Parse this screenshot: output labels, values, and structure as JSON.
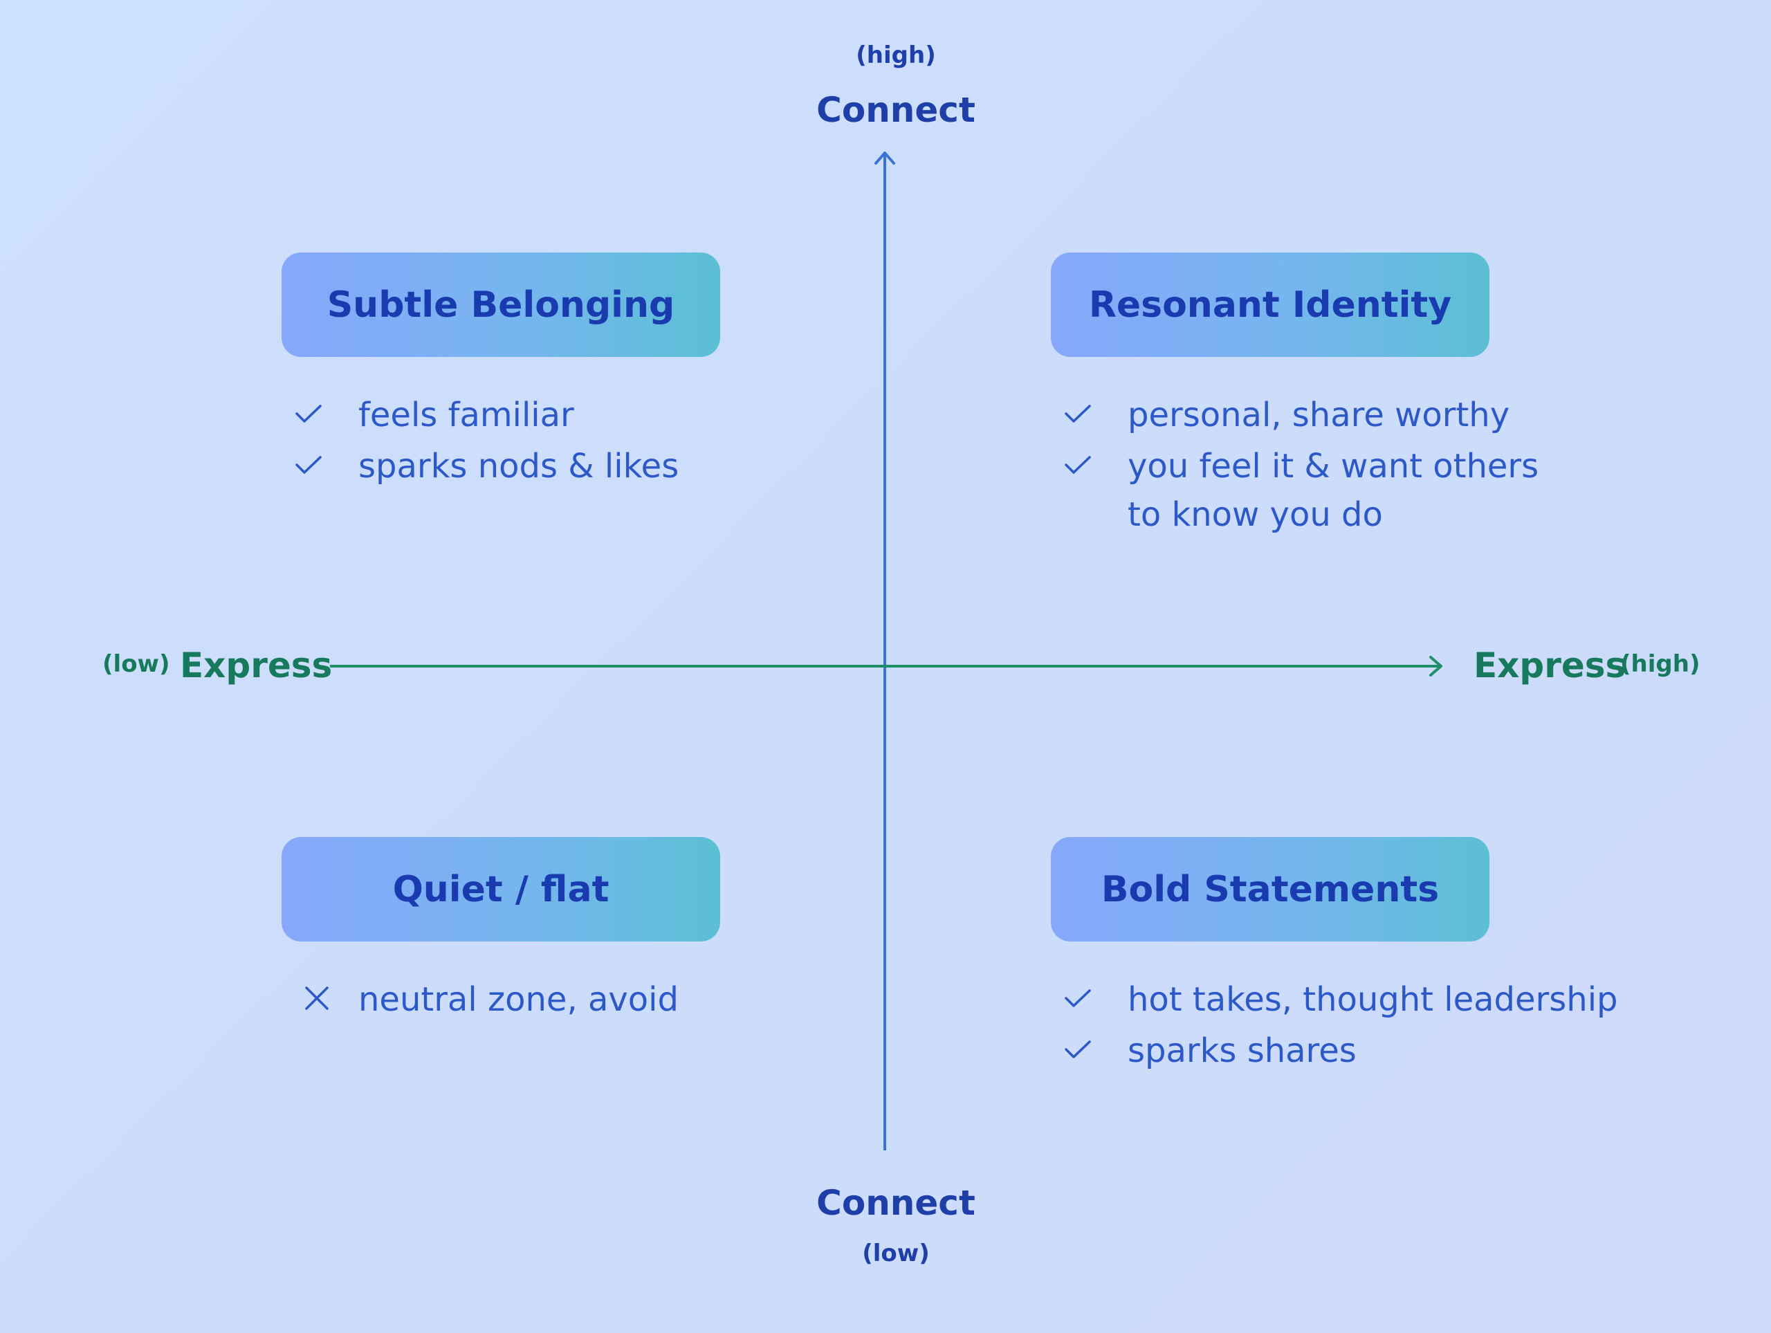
{
  "y_axis": {
    "top_sub": "(high)",
    "top_label": "Connect",
    "bottom_label": "Connect",
    "bottom_sub": "(low)"
  },
  "x_axis": {
    "left_sub": "(low)",
    "left_label": "Express",
    "right_label": "Express",
    "right_sub": "(high)"
  },
  "colors": {
    "y_axis": "#3a72d8",
    "x_axis": "#1f8f6a",
    "box_title": "#1a3bb0",
    "item_text": "#2c58c8"
  },
  "quadrants": {
    "top_left": {
      "title": "Subtle Belonging",
      "items": [
        {
          "icon": "check-icon",
          "text": "feels familiar"
        },
        {
          "icon": "check-icon",
          "text": "sparks nods & likes"
        }
      ]
    },
    "top_right": {
      "title": "Resonant Identity",
      "items": [
        {
          "icon": "check-icon",
          "text": "personal, share worthy"
        },
        {
          "icon": "check-icon",
          "text": "you feel it & want others\nto know you do"
        }
      ]
    },
    "bottom_left": {
      "title": "Quiet / flat",
      "items": [
        {
          "icon": "x-icon",
          "text": "neutral zone, avoid"
        }
      ]
    },
    "bottom_right": {
      "title": "Bold Statements",
      "items": [
        {
          "icon": "check-icon",
          "text": "hot takes, thought leadership"
        },
        {
          "icon": "check-icon",
          "text": "sparks shares"
        }
      ]
    }
  }
}
